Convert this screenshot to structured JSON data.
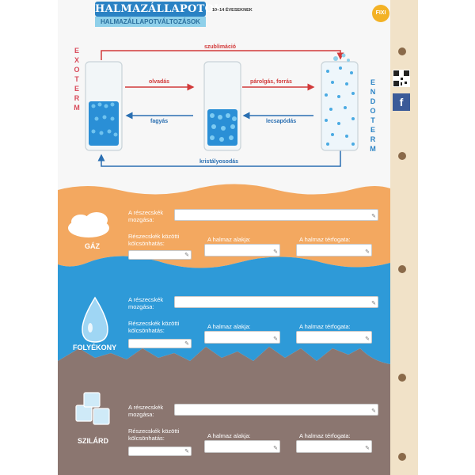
{
  "header": {
    "title": "HALMAZÁLLAPOTOK",
    "subtitle": "HALMAZÁLLAPOTVÁLTOZÁSOK",
    "age": "10–14 ÉVESEKNEK",
    "logo": "FIXI"
  },
  "diagram": {
    "left_label": [
      "E",
      "X",
      "O",
      "T",
      "E",
      "R",
      "M"
    ],
    "right_label": [
      "E",
      "N",
      "D",
      "O",
      "T",
      "E",
      "R",
      "M"
    ],
    "processes": {
      "sublimation": "szublimáció",
      "melting": "olvadás",
      "evaporation": "párolgás, forrás",
      "freezing": "fagyás",
      "condensation": "lecsapódás",
      "crystallization": "kristályosodás"
    }
  },
  "sections": [
    {
      "state": "GÁZ",
      "motion_label": "A részecskék mozgása:",
      "interaction_label": "Részecskék közötti kölcsönhatás:",
      "shape_label": "A halmaz alakja:",
      "volume_label": "A halmaz térfogata:"
    },
    {
      "state": "FOLYÉKONY",
      "motion_label": "A részecskék mozgása:",
      "interaction_label": "Részecskék közötti kölcsönhatás:",
      "shape_label": "A halmaz alakja:",
      "volume_label": "A halmaz térfogata:"
    },
    {
      "state": "SZILÁRD",
      "motion_label": "A részecskék mozgása:",
      "interaction_label": "Részecskék közötti kölcsönhatás:",
      "shape_label": "A halmaz alakja:",
      "volume_label": "A halmaz térfogata:"
    }
  ],
  "icons": {
    "qr": "qr-code-icon",
    "facebook": "facebook-icon",
    "pen": "pen-icon",
    "cloud": "cloud-icon",
    "drop": "water-drop-icon",
    "ice": "ice-cube-icon"
  },
  "colors": {
    "gas_band": "#f3a860",
    "liquid_band": "#2e9ad8",
    "solid_band": "#8b7670",
    "title_blue": "#2a82c4",
    "exo_red": "#d84a5a"
  }
}
